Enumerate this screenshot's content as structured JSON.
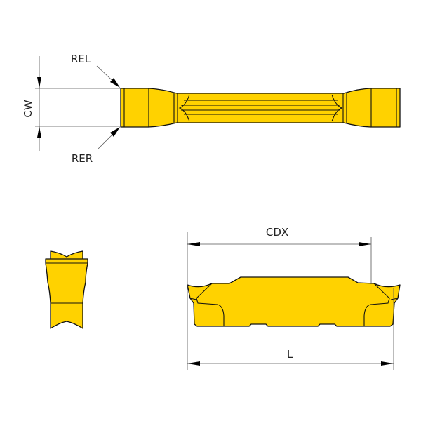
{
  "labels": {
    "cw": "CW",
    "rel": "REL",
    "rer": "RER",
    "cdx": "CDX",
    "l": "L"
  },
  "colors": {
    "insert_fill": "#FFD200",
    "outline": "#111111"
  }
}
